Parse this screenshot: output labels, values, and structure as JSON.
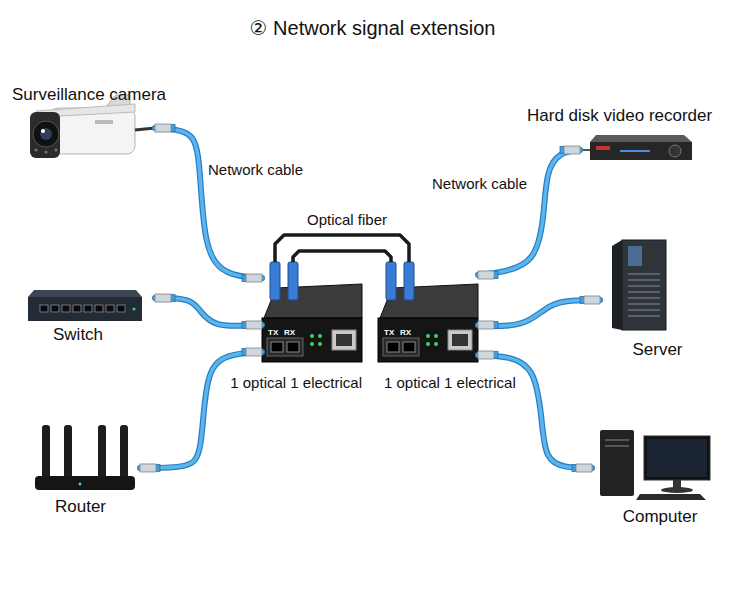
{
  "diagram": {
    "title": "② Network signal extension",
    "nodes": [
      {
        "text": [
          "Surveillance camera"
        ]
      },
      {
        "text": [
          "Switch"
        ]
      },
      {
        "text": [
          "Router"
        ]
      },
      {
        "text": [
          "1 optical 1 electrical"
        ]
      },
      {
        "text": [
          "1 optical 1 electrical"
        ]
      },
      {
        "text": [
          "Hard disk video recorder"
        ]
      },
      {
        "text": [
          "Server"
        ]
      },
      {
        "text": [
          "Computer"
        ]
      }
    ],
    "edges": [
      {
        "from": 0,
        "to": 3,
        "arrow": "none",
        "label": "Network cable"
      },
      {
        "from": 1,
        "to": 3,
        "arrow": "none"
      },
      {
        "from": 2,
        "to": 3,
        "arrow": "none"
      },
      {
        "from": 3,
        "to": 4,
        "arrow": "none",
        "label": "Optical fiber"
      },
      {
        "from": 4,
        "to": 5,
        "arrow": "none",
        "label": "Network cable"
      },
      {
        "from": 4,
        "to": 6,
        "arrow": "none"
      },
      {
        "from": 4,
        "to": 7,
        "arrow": "none"
      }
    ],
    "labels": [
      "TX",
      "RX",
      "TX",
      "RX"
    ]
  }
}
